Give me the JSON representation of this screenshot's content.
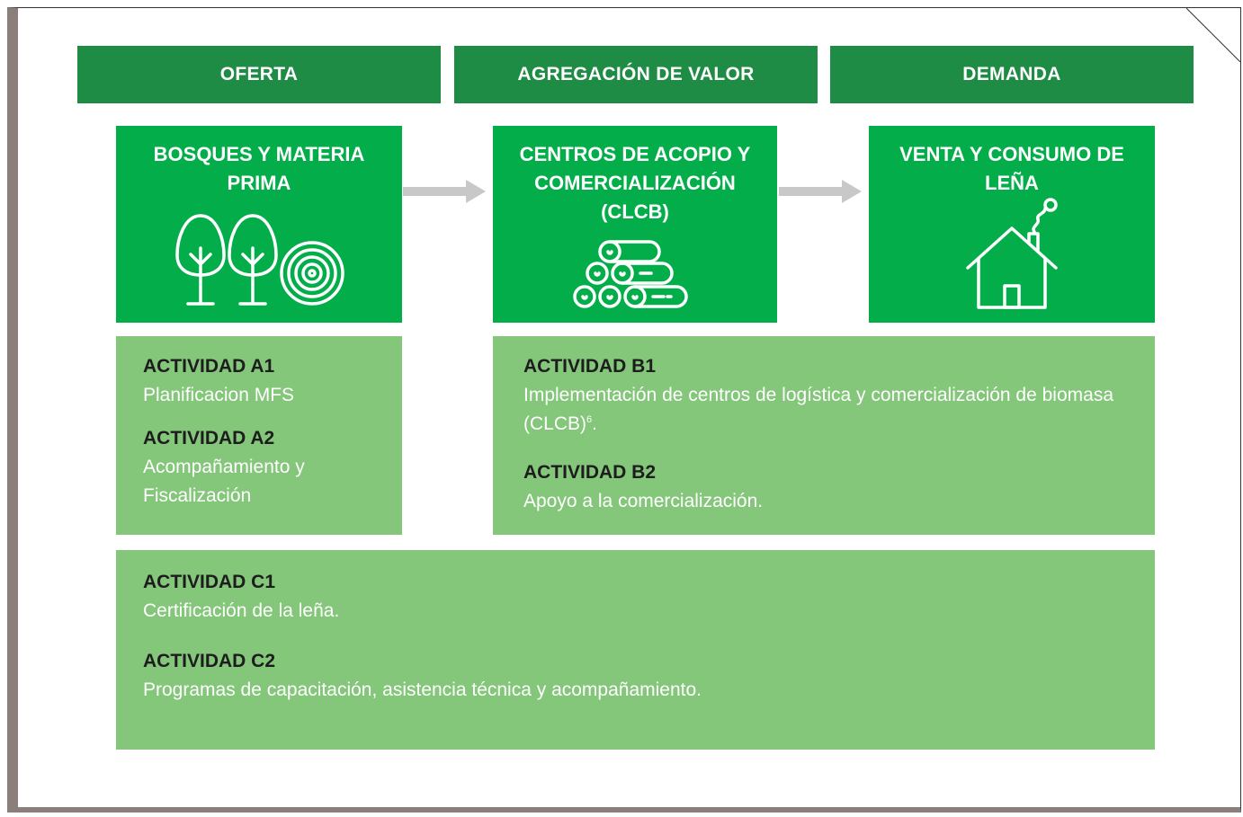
{
  "headers": [
    "OFERTA",
    "AGREGACIÓN DE VALOR",
    "DEMANDA"
  ],
  "stages": [
    {
      "title": "BOSQUES Y MATERIA PRIMA",
      "icon": "trees-and-log-icon"
    },
    {
      "title": "CENTROS DE ACOPIO Y COMERCIALIZACIÓN (CLCB)",
      "icon": "log-pile-icon"
    },
    {
      "title": "VENTA Y CONSUMO DE LEÑA",
      "icon": "house-with-chimney-icon"
    }
  ],
  "activities_a": [
    {
      "label": "ACTIVIDAD A1",
      "desc": "Planificacion MFS"
    },
    {
      "label": "ACTIVIDAD A2",
      "desc": "Acompañamiento y Fiscalización"
    }
  ],
  "activities_b": [
    {
      "label": "ACTIVIDAD B1",
      "desc": "Implementación de centros de logística y comercialización de biomasa (CLCB)",
      "footnote": "6",
      "desc_end": "."
    },
    {
      "label": "ACTIVIDAD B2",
      "desc": "Apoyo a la comercialización."
    }
  ],
  "activities_c": [
    {
      "label": "ACTIVIDAD C1",
      "desc": "Certificación de la leña."
    },
    {
      "label": "ACTIVIDAD C2",
      "desc": "Programas de capacitación, asistencia técnica y acompañamiento."
    }
  ],
  "colors": {
    "header": "#1e8c44",
    "stage": "#03ad4a",
    "activity": "#84c67a",
    "arrow": "#c8c8c8"
  }
}
